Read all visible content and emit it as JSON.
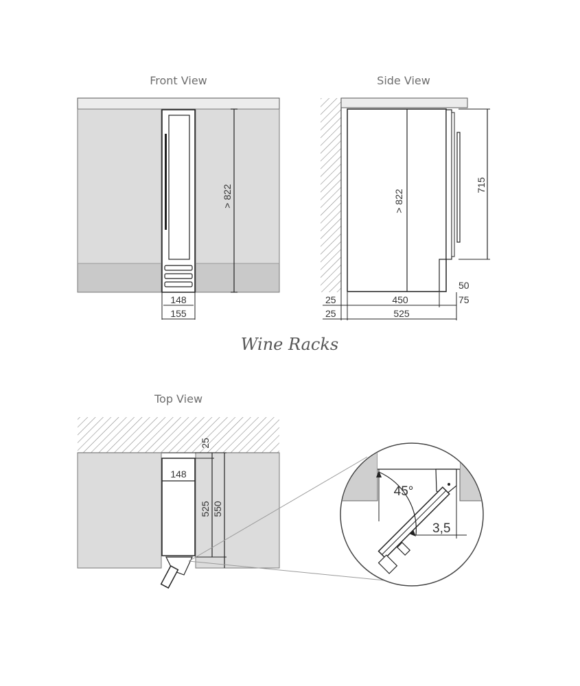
{
  "views": {
    "front": {
      "title": "Front View",
      "height_label": "> 822",
      "inner_width": "148",
      "outer_width": "155"
    },
    "side": {
      "title": "Side View",
      "height_label": "> 822",
      "door_height": "715",
      "plinth_height": "50",
      "rear_gap_top": "25",
      "rear_gap_bottom": "25",
      "body_depth": "450",
      "plinth_depth": "75",
      "total_depth": "525"
    },
    "top": {
      "title": "Top View",
      "rear_gap": "25",
      "width_label": "148",
      "depth_label": "525",
      "total_depth": "550",
      "angle_label": "45°",
      "offset_label": "3,5"
    }
  },
  "brand": {
    "watermark": "Wine Racks"
  },
  "colors": {
    "cabinet_fill": "#dcdcdc",
    "plinth_fill": "#c9c9c9",
    "line": "#222222",
    "hatch": "#8a8a8a"
  }
}
